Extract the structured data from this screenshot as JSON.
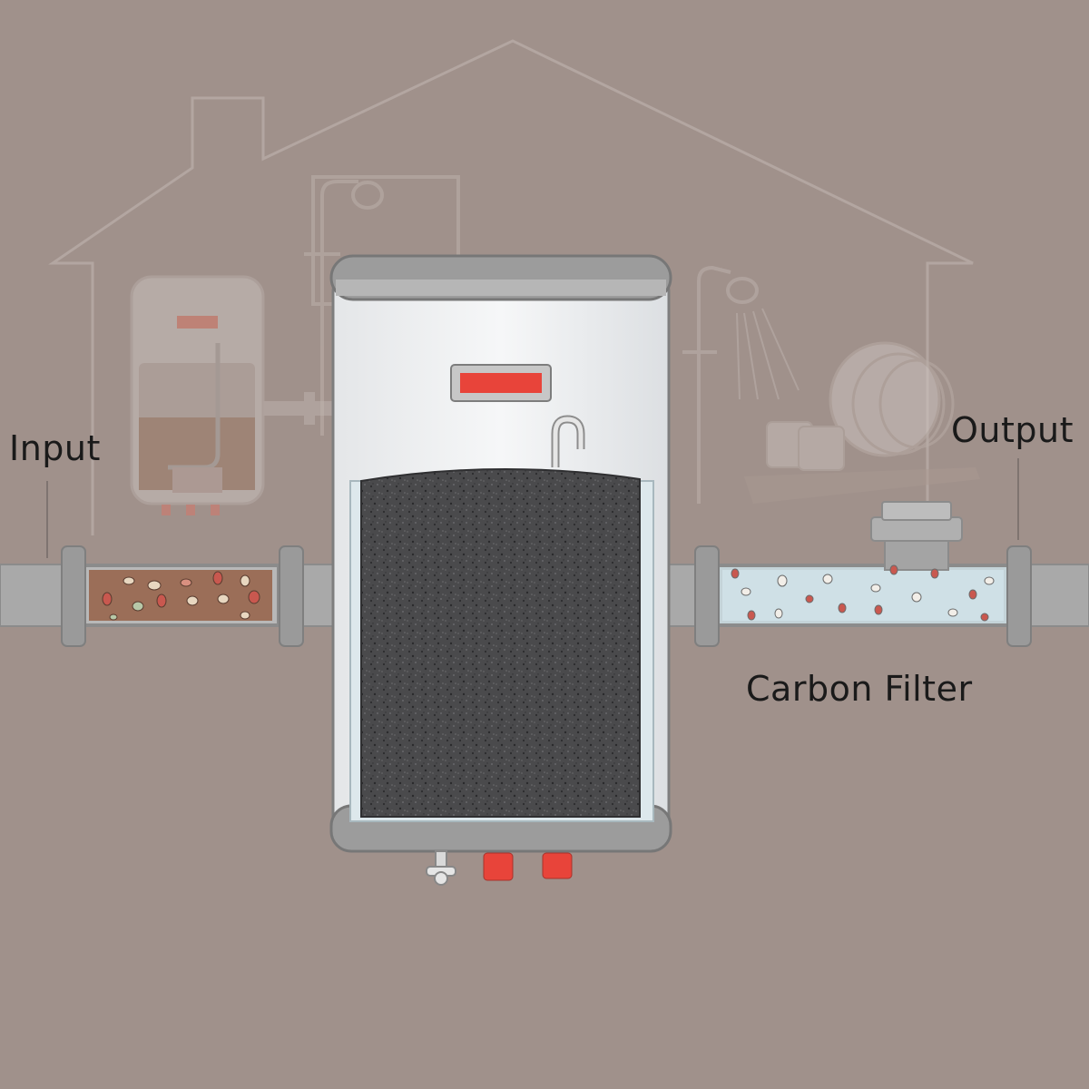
{
  "labels": {
    "input": "Input",
    "output": "Output",
    "filter": "Carbon Filter"
  },
  "colors": {
    "background": "#a0918b",
    "pipe": "#a9a9a9",
    "tank_body": "#f1f2f3",
    "carbon": "#4a4a4c",
    "indicator": "#e8443a",
    "dirty_water": "#9b6e58",
    "clean_water": "#cfe0e6"
  },
  "icons": {
    "house": "house-outline-icon",
    "shower": "shower-icon",
    "dish_rack": "dish-rack-icon",
    "small_heater": "water-heater-icon",
    "faucet": "faucet-icon",
    "drain_valve": "drain-valve-icon"
  }
}
